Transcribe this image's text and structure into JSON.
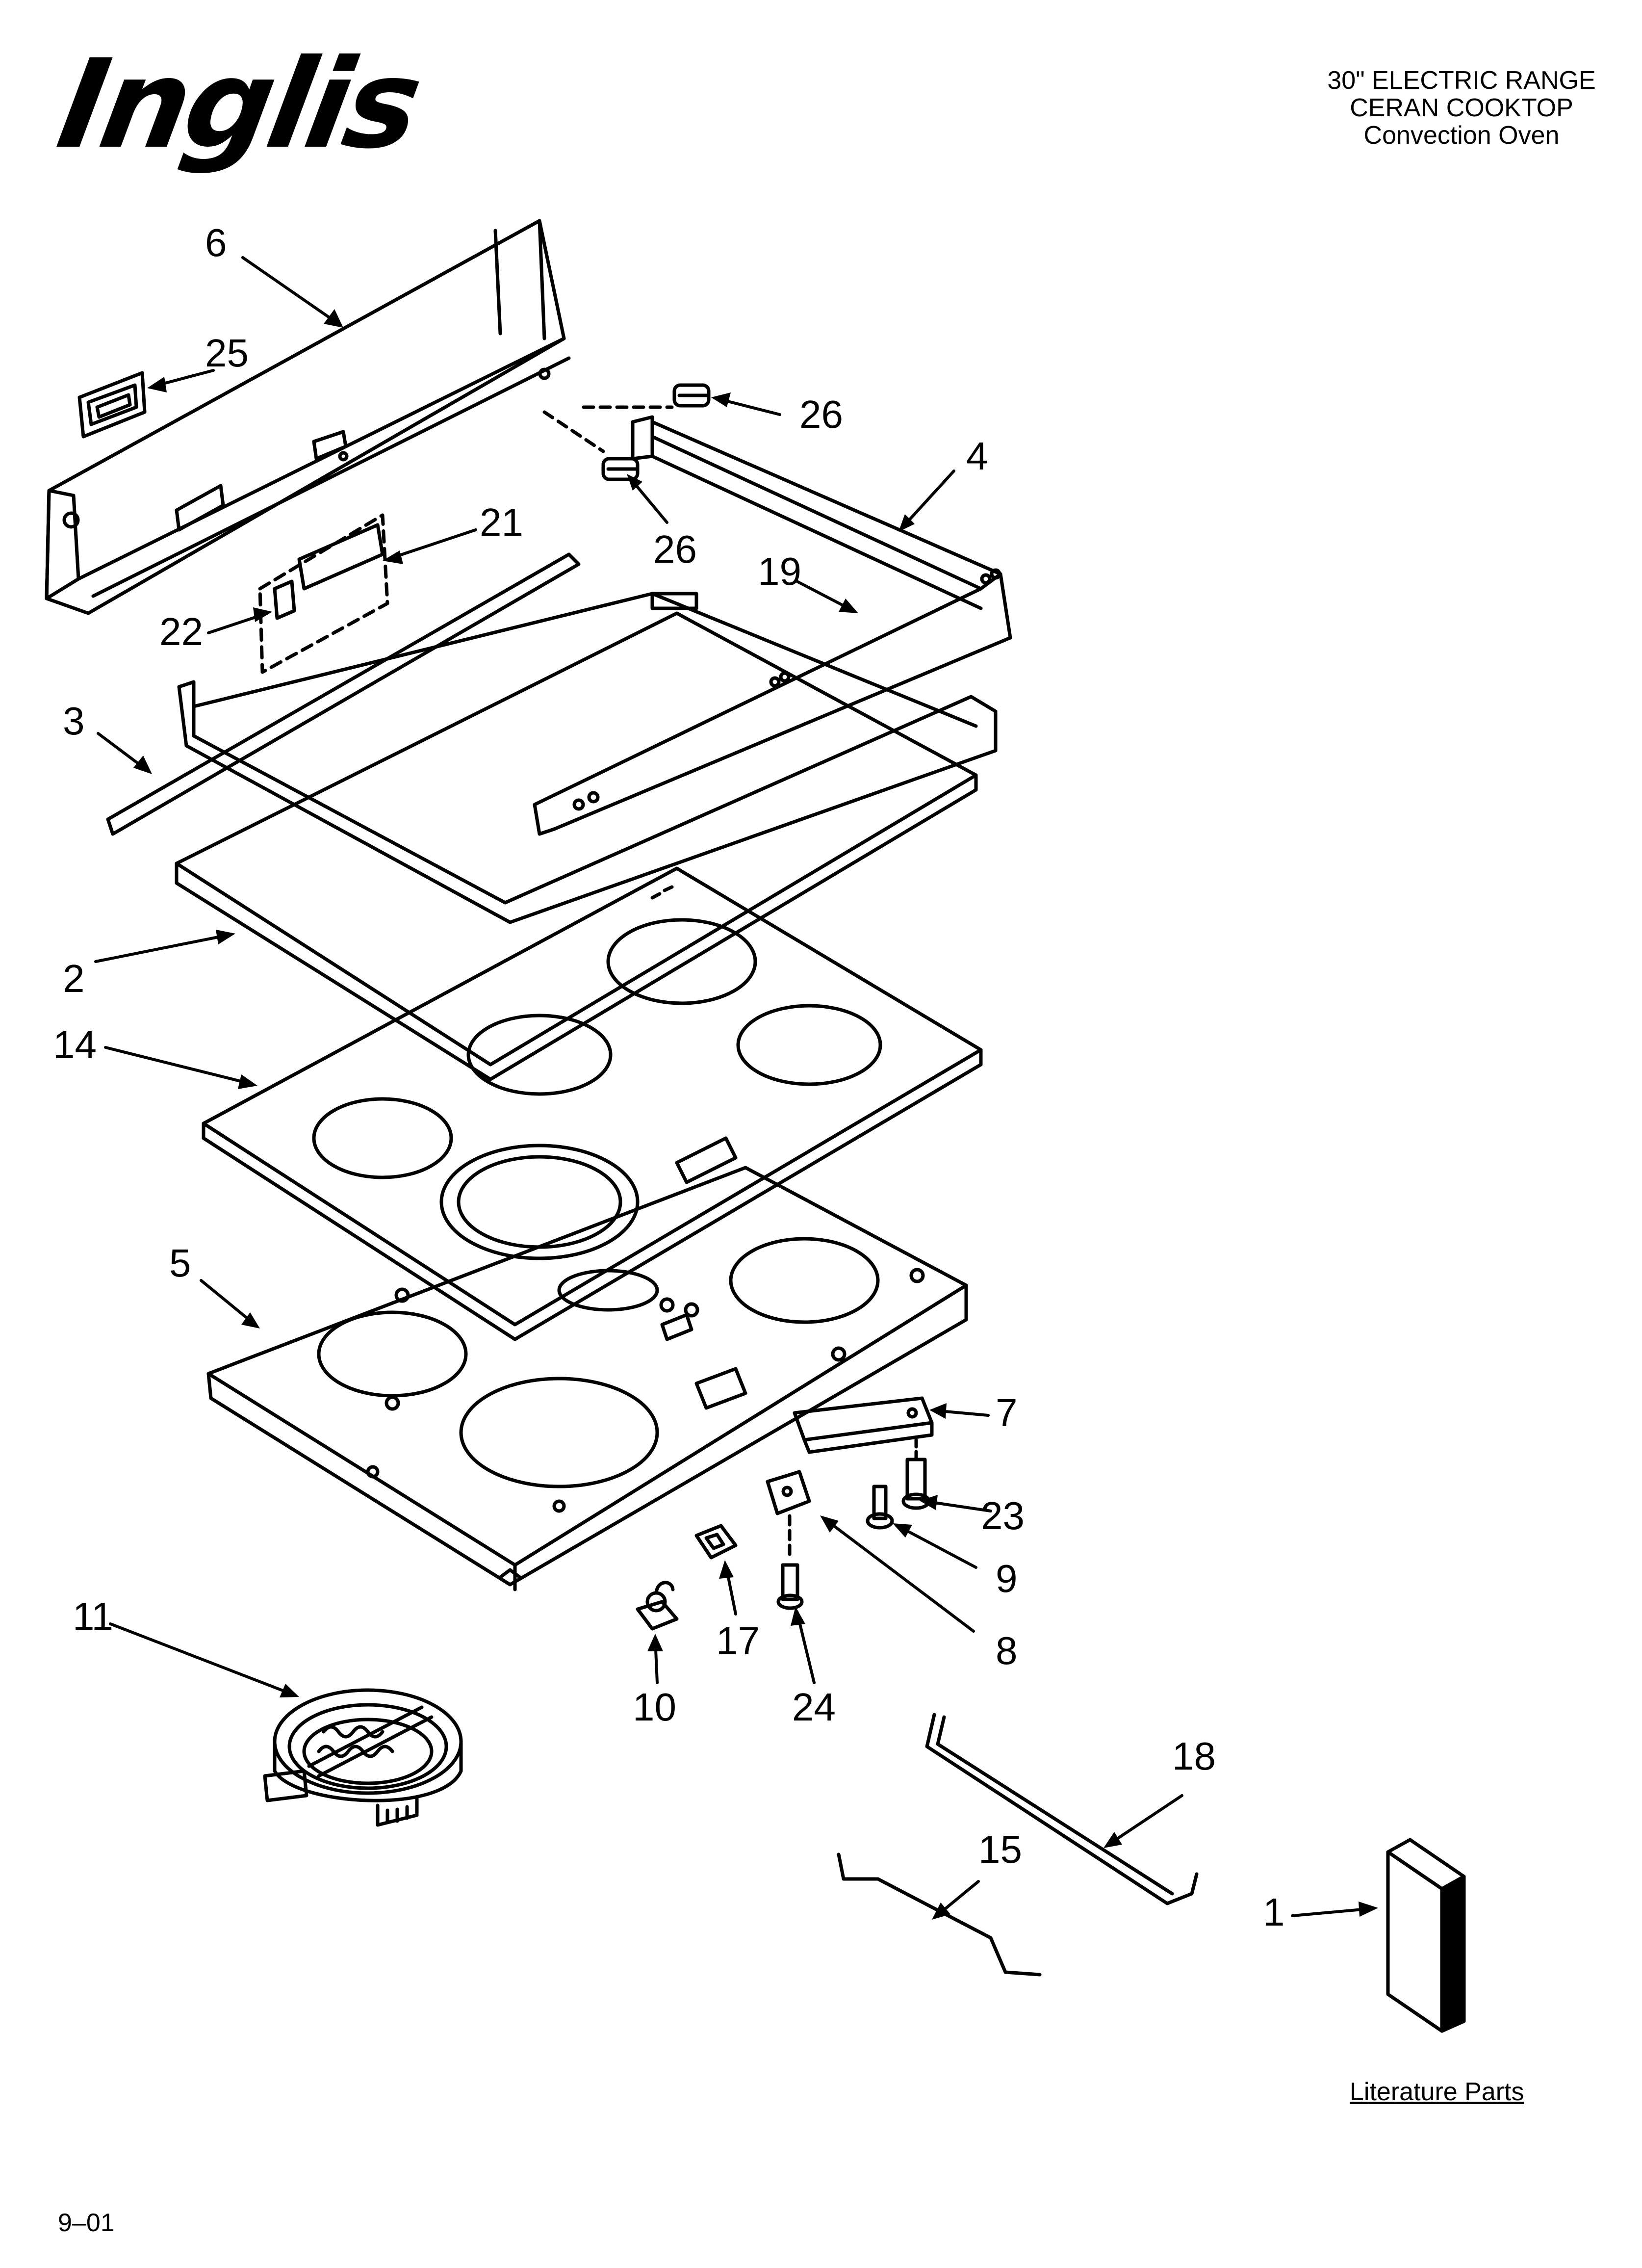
{
  "brand": "Inglis",
  "header": {
    "lines": [
      "30\" ELECTRIC RANGE",
      "CERAN COOKTOP",
      "Convection Oven"
    ]
  },
  "callouts": {
    "c1": "1",
    "c2": "2",
    "c3": "3",
    "c4": "4",
    "c5": "5",
    "c6": "6",
    "c7": "7",
    "c8": "8",
    "c9": "9",
    "c10": "10",
    "c11": "11",
    "c14": "14",
    "c15": "15",
    "c17": "17",
    "c18": "18",
    "c19": "19",
    "c21": "21",
    "c22": "22",
    "c23": "23",
    "c24": "24",
    "c25": "25",
    "c26a": "26",
    "c26b": "26"
  },
  "literature_label": "Literature Parts",
  "footer_code": "9–01"
}
